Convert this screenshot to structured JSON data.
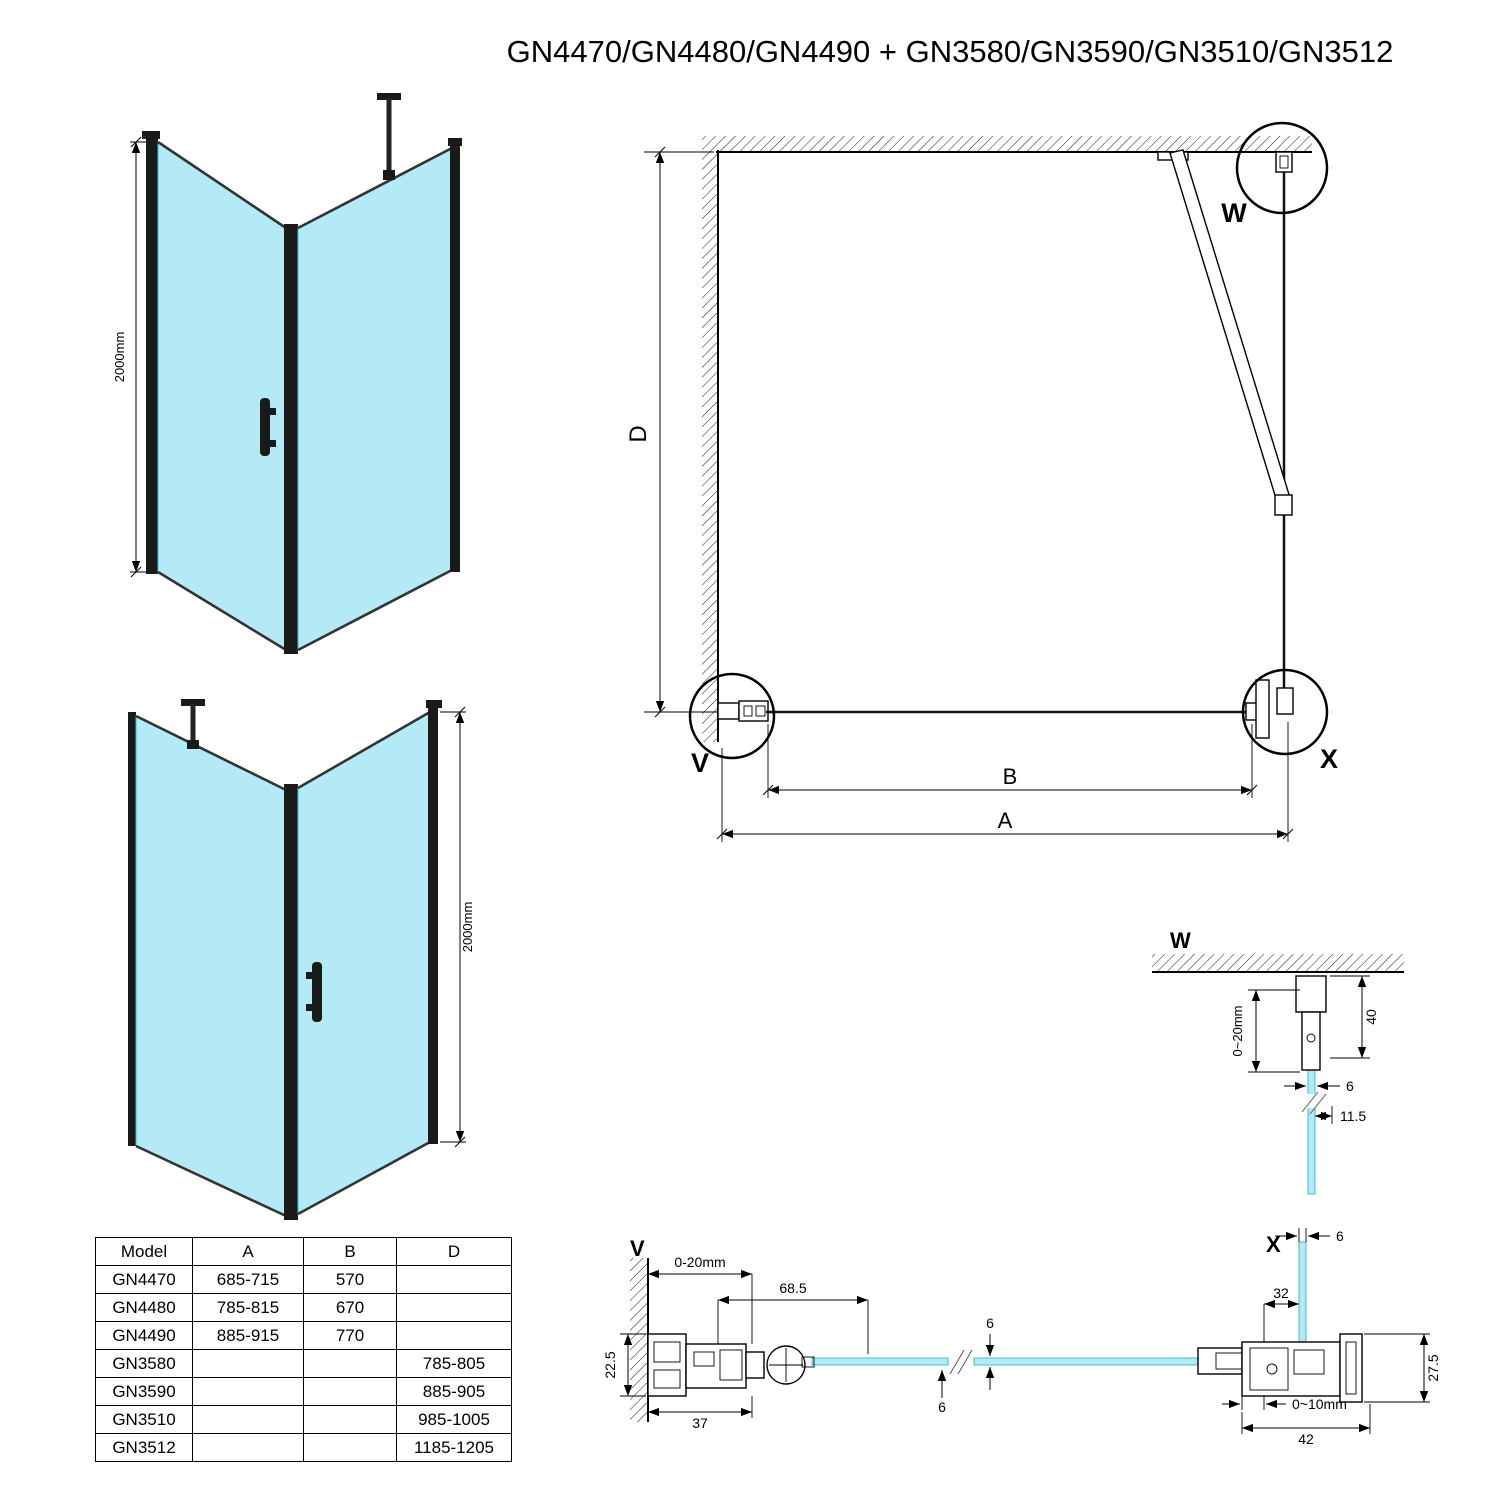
{
  "title": "GN4470/GN4480/GN4490 + GN3580/GN3590/GN3510/GN3512",
  "colors": {
    "glass": "#b4eaf6",
    "glass_edge": "#2bc4dc",
    "frame": "#1a1a1a",
    "line": "#000000"
  },
  "iso_front": {
    "height": "2000mm"
  },
  "iso_back": {
    "height": "2000mm"
  },
  "plan": {
    "dim_d": "D",
    "dim_b": "B",
    "dim_a": "A",
    "marker_v": "V",
    "marker_w": "W",
    "marker_x": "X"
  },
  "details": {
    "w": {
      "label": "W",
      "dim_40": "40",
      "dim_0_20": "0~20mm",
      "dim_6": "6",
      "dim_11_5": "11.5"
    },
    "x": {
      "label": "X",
      "dim_6": "6",
      "dim_32": "32",
      "dim_27_5": "27.5",
      "dim_0_10": "0~10mm",
      "dim_42": "42"
    },
    "v": {
      "label": "V",
      "dim_0_20": "0-20mm",
      "dim_68_5": "68.5",
      "dim_22_5": "22.5",
      "dim_37": "37"
    },
    "glass": {
      "dim_6_top": "6",
      "dim_6_bottom": "6"
    }
  },
  "table": {
    "headers": [
      "Model",
      "A",
      "B",
      "D"
    ],
    "rows": [
      [
        "GN4470",
        "685-715",
        "570",
        ""
      ],
      [
        "GN4480",
        "785-815",
        "670",
        ""
      ],
      [
        "GN4490",
        "885-915",
        "770",
        ""
      ],
      [
        "GN3580",
        "",
        "",
        "785-805"
      ],
      [
        "GN3590",
        "",
        "",
        "885-905"
      ],
      [
        "GN3510",
        "",
        "",
        "985-1005"
      ],
      [
        "GN3512",
        "",
        "",
        "1185-1205"
      ]
    ]
  }
}
